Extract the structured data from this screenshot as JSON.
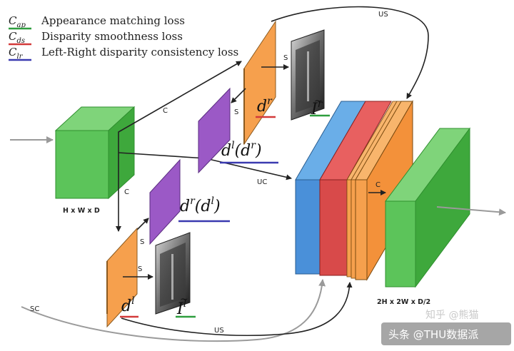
{
  "legend": [
    {
      "symbol": "C_ap",
      "sym_main": "C",
      "sym_sub": "ap",
      "text": "Appearance matching loss",
      "color": "#2e9e3e"
    },
    {
      "symbol": "C_ds",
      "sym_main": "C",
      "sym_sub": "ds",
      "text": "Disparity smoothness loss",
      "color": "#d33a3a"
    },
    {
      "symbol": "C_lr",
      "sym_main": "C",
      "sym_sub": "lr",
      "text": "Left-Right disparity consistency loss",
      "color": "#3a3ab0"
    }
  ],
  "labels": {
    "input_dims": "H x W x D",
    "output_dims": "2H x 2W x D/2",
    "us_top": "US",
    "us_bottom": "US",
    "uc": "UC",
    "sc": "SC",
    "c_upper": "C",
    "c_lower": "C",
    "c_right": "C",
    "s_top": "S",
    "s_mid_upper": "S",
    "s_mid_lower": "S",
    "s_bottom": "S"
  },
  "math": {
    "dr_main": "d",
    "dr_sup": "r",
    "dl_main": "d",
    "dl_sup": "l",
    "dl_dr": "d",
    "dl_dr_sup": "l",
    "dl_dr_paren": "(d",
    "dl_dr_paren_sup": "r",
    "dl_dr_close": ")",
    "dr_dl": "d",
    "dr_dl_sup": "r",
    "dr_dl_paren": "(d",
    "dr_dl_paren_sup": "l",
    "dr_dl_close": ")",
    "ir_main": "I",
    "ir_sup": "r",
    "il_main": "I",
    "il_sup": "l",
    "tilde": "~"
  },
  "watermark": {
    "faint": "知乎 @熊猫",
    "main": "头条 @THU数据派"
  },
  "colors": {
    "green": "#5cc45a",
    "green_dark": "#2f8f2f",
    "orange": "#f6a04d",
    "purple": "#9b59c6",
    "blue": "#4a90d9",
    "red": "#d84a4a",
    "arrow": "#222222",
    "gray_arrow": "#9a9a9a"
  }
}
